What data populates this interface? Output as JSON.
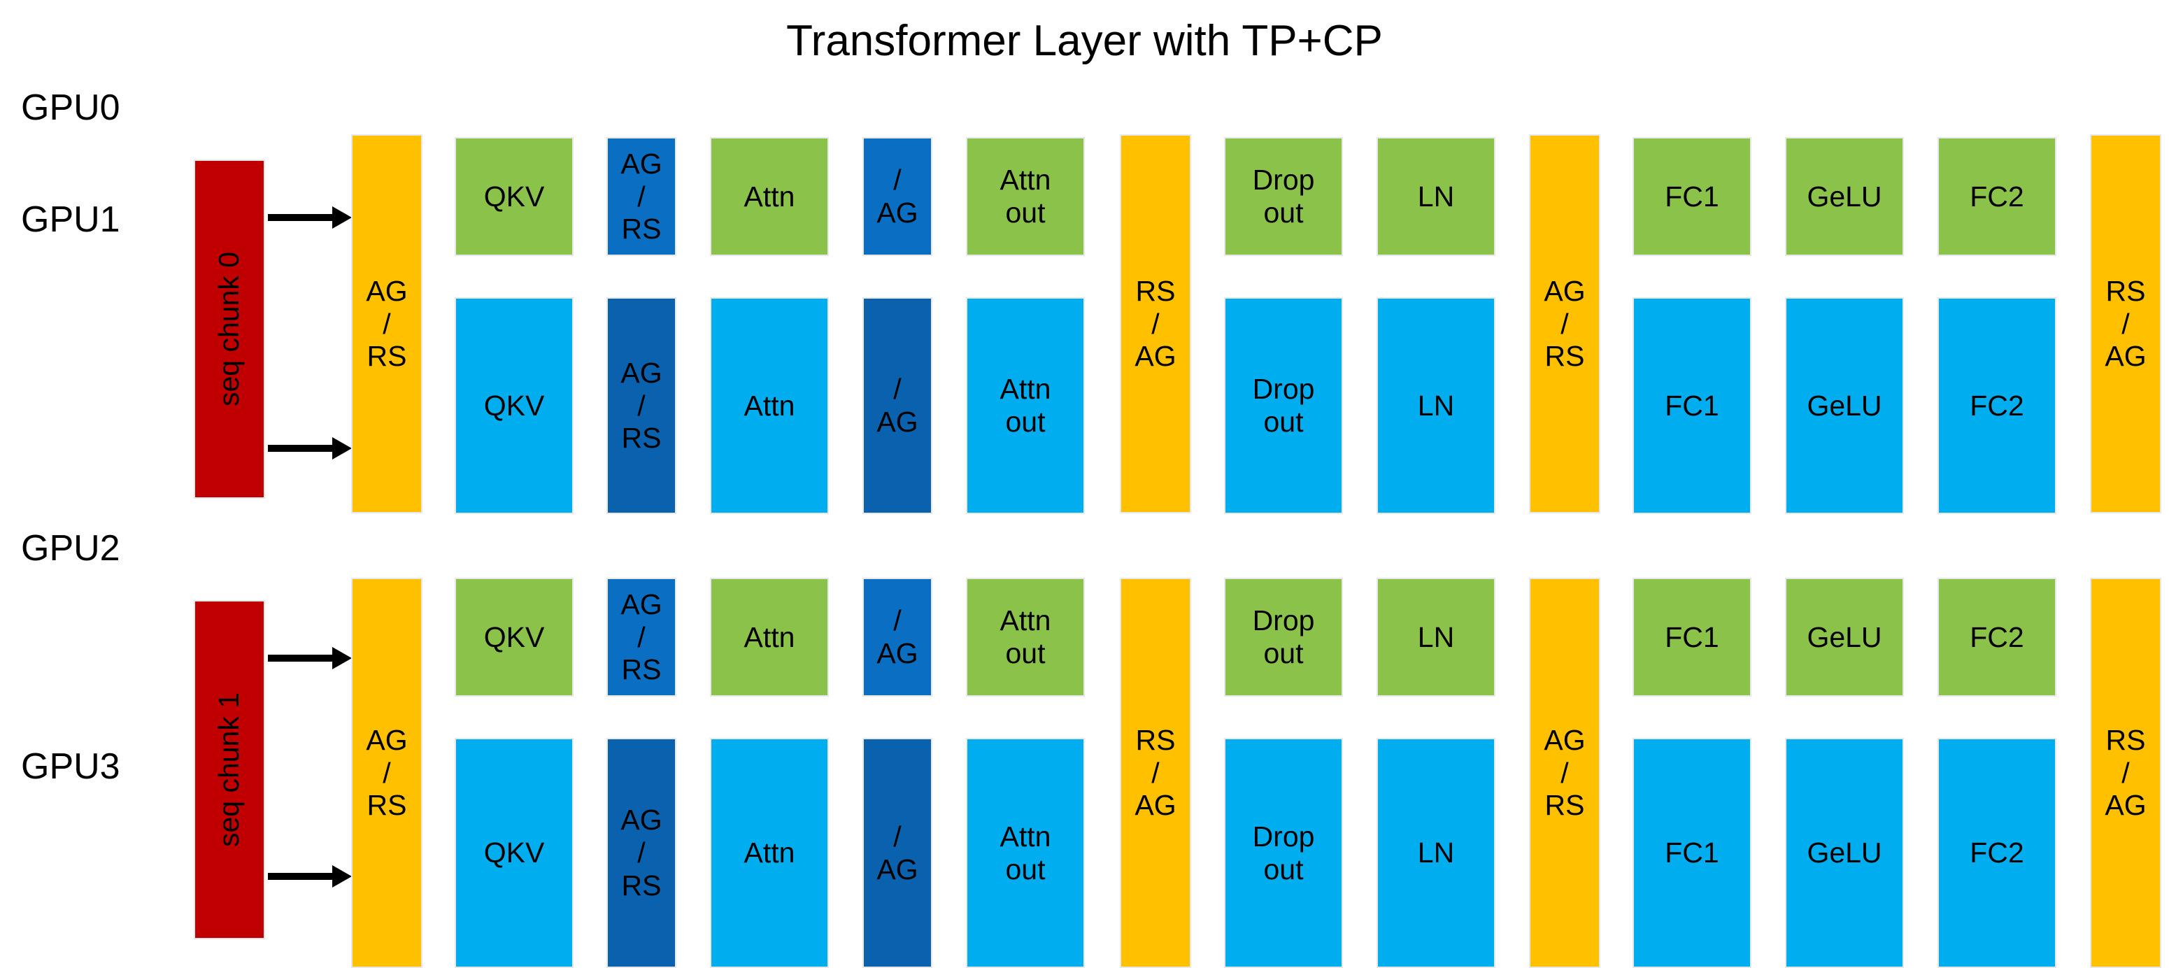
{
  "title": "Transformer Layer with TP+CP",
  "colors": {
    "green": "#8BC24A",
    "cyan": "#00AEEF",
    "yellow": "#FFC000",
    "blue": "#0A6FC2",
    "blue_dark": "#0A62AE",
    "red": "#C00000",
    "arrow": "#000000",
    "text": "#000000",
    "background": "#FFFFFF"
  },
  "groups": [
    {
      "id": "group-0",
      "chunk_label": "seq chunk 0",
      "gpu_top": "GPU0",
      "gpu_bottom": "GPU1",
      "top_row_color": "green",
      "bottom_row_color": "cyan"
    },
    {
      "id": "group-1",
      "chunk_label": "seq chunk 1",
      "gpu_top": "GPU2",
      "gpu_bottom": "GPU3",
      "top_row_color": "green",
      "bottom_row_color": "cyan"
    }
  ],
  "pipeline": {
    "shared_columns": [
      {
        "name": "ag-rs-input",
        "label": "AG\n/\nRS",
        "kind": "comm",
        "color": "yellow"
      },
      {
        "name": "rs-ag-attn",
        "label": "RS\n/\nAG",
        "kind": "comm",
        "color": "yellow"
      },
      {
        "name": "ag-rs-mlp",
        "label": "AG\n/\nRS",
        "kind": "comm",
        "color": "yellow"
      },
      {
        "name": "rs-ag-output",
        "label": "RS\n/\nAG",
        "kind": "comm",
        "color": "yellow"
      }
    ],
    "stage_columns": [
      {
        "name": "qkv",
        "label": "QKV",
        "kind": "compute"
      },
      {
        "name": "ag-rs-cp",
        "label": "AG\n/\nRS",
        "kind": "cp-comm"
      },
      {
        "name": "attn",
        "label": "Attn",
        "kind": "compute"
      },
      {
        "name": "slash-ag",
        "label": "/\nAG",
        "kind": "cp-comm"
      },
      {
        "name": "attn-out",
        "label": "Attn\nout",
        "kind": "compute"
      },
      {
        "name": "dropout",
        "label": "Drop\nout",
        "kind": "compute"
      },
      {
        "name": "ln",
        "label": "LN",
        "kind": "compute"
      },
      {
        "name": "fc1",
        "label": "FC1",
        "kind": "compute"
      },
      {
        "name": "gelu",
        "label": "GeLU",
        "kind": "compute"
      },
      {
        "name": "fc2",
        "label": "FC2",
        "kind": "compute"
      }
    ]
  },
  "blocks": {
    "qkv": "QKV",
    "attn": "Attn",
    "attn_out_1": "Attn",
    "attn_out_2": "out",
    "dropout_1": "Drop",
    "dropout_2": "out",
    "ln": "LN",
    "fc1": "FC1",
    "gelu": "GeLU",
    "fc2": "FC2",
    "ag": "AG",
    "rs": "RS",
    "slash": "/",
    "ag_rs": "AG\n/\nRS",
    "rs_ag": "RS\n/\nAG",
    "slash_ag": "/\nAG"
  }
}
